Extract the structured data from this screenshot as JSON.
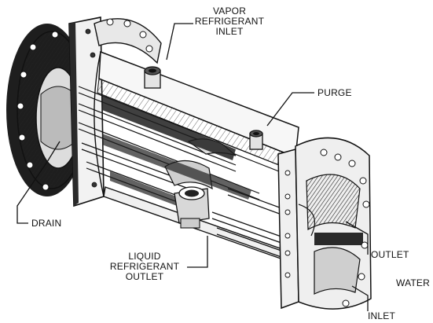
{
  "labels": {
    "vapor_inlet": [
      "VAPOR",
      "REFRIGERANT",
      "INLET"
    ],
    "purge": "PURGE",
    "drain": "DRAIN",
    "liquid_outlet": [
      "LIQUID",
      "REFRIGERANT",
      "OUTLET"
    ],
    "outlet": "OUTLET",
    "water": "WATER",
    "inlet": "INLET"
  },
  "colors": {
    "ink": "#111111",
    "paper": "#ffffff",
    "shade": "#2a2a2a"
  }
}
